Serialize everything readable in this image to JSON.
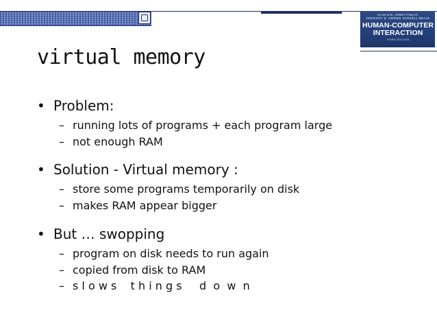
{
  "header": {
    "colors": {
      "band": "#3f5aa0",
      "dark": "#1f2f6b",
      "book_bg": "#24407a"
    }
  },
  "book_cover": {
    "authors": "ALAN DIX, JANET FINLAY,\nGREGORY D. ABOWD, RUSSELL BEALE",
    "title_line1": "HUMAN-COMPUTER",
    "title_line2": "INTERACTION",
    "edition": "THIRD EDITION"
  },
  "slide": {
    "title": "virtual memory",
    "bullets": [
      {
        "text": "Problem:",
        "subs": [
          "running lots of programs + each program large",
          "not enough RAM"
        ]
      },
      {
        "text": "Solution - Virtual memory :",
        "subs": [
          "store some programs temporarily on disk",
          "makes RAM appear bigger"
        ]
      },
      {
        "text": "But … swopping",
        "subs": [
          "program on disk needs to run again",
          "copied from disk to RAM",
          "s l o w s    t h i n g s     d  o  w  n"
        ]
      }
    ],
    "bullet_glyph": "•",
    "sub_glyph": "–"
  }
}
